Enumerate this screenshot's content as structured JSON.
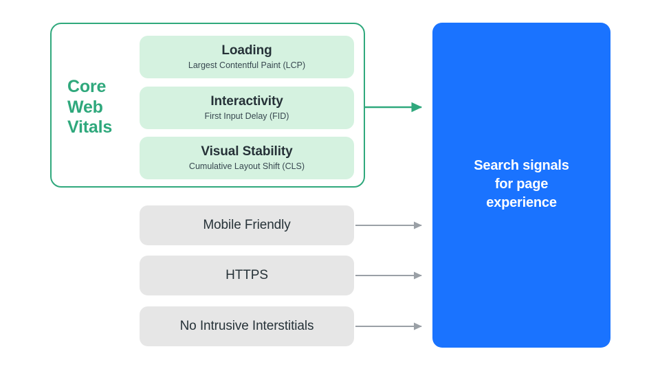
{
  "diagram": {
    "title_group": {
      "label": "Core\nWeb\nVitals",
      "accent_color": "#2fa87c"
    },
    "vitals": [
      {
        "title": "Loading",
        "subtitle": "Largest Contentful Paint (LCP)",
        "bg_color": "#d5f2e0"
      },
      {
        "title": "Interactivity",
        "subtitle": "First Input Delay (FID)",
        "bg_color": "#d5f2e0"
      },
      {
        "title": "Visual Stability",
        "subtitle": "Cumulative Layout Shift (CLS)",
        "bg_color": "#d5f2e0"
      }
    ],
    "other_signals": [
      {
        "label": "Mobile Friendly",
        "bg_color": "#e6e6e6"
      },
      {
        "label": "HTTPS",
        "bg_color": "#e6e6e6"
      },
      {
        "label": "No Intrusive Interstitials",
        "bg_color": "#e6e6e6"
      }
    ],
    "destination": {
      "label": "Search signals\nfor page\nexperience",
      "bg_color": "#1a73ff",
      "text_color": "#ffffff"
    },
    "connectors": {
      "vitals_arrow_color": "#2fa87c",
      "signal_arrow_color": "#9aa0a6"
    }
  }
}
